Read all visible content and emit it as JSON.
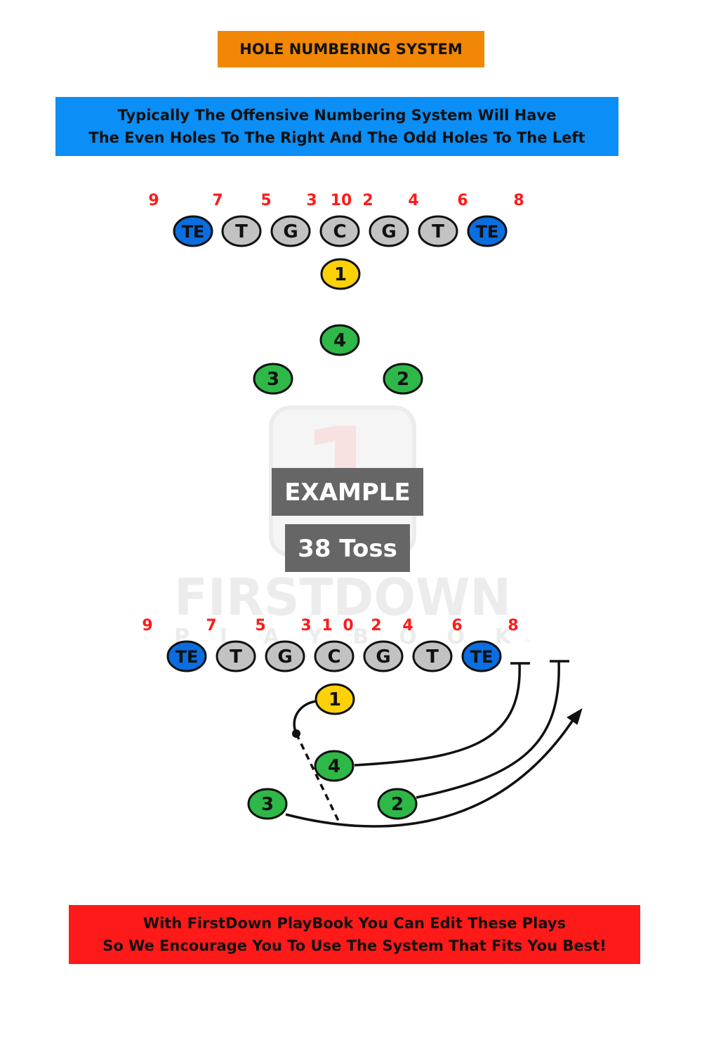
{
  "colors": {
    "title_bg": "#f28705",
    "intro_bg": "#0b8ef5",
    "footer_bg": "#ff1a1a",
    "tight_end": "#0a6ee0",
    "lineman": "#c2c2c2",
    "quarterback": "#fcd207",
    "back": "#2eb847",
    "hole_number": "#ff1a1a",
    "label_bg": "#666666",
    "watermark": "#cfcfcf",
    "route": "#111111"
  },
  "title": "HOLE NUMBERING SYSTEM",
  "intro": {
    "line1": "Typically The Offensive Numbering System Will Have",
    "line2": "The Even Holes To The Right And The Odd Holes To The Left"
  },
  "top_formation": {
    "holes": [
      "9",
      "7",
      "5",
      "3",
      "10",
      "2",
      "4",
      "6",
      "8"
    ],
    "line": [
      {
        "label": "TE",
        "role": "tight_end"
      },
      {
        "label": "T",
        "role": "lineman"
      },
      {
        "label": "G",
        "role": "lineman"
      },
      {
        "label": "C",
        "role": "lineman"
      },
      {
        "label": "G",
        "role": "lineman"
      },
      {
        "label": "T",
        "role": "lineman"
      },
      {
        "label": "TE",
        "role": "tight_end"
      }
    ],
    "backs": [
      {
        "label": "1",
        "role": "quarterback"
      },
      {
        "label": "4",
        "role": "back"
      },
      {
        "label": "3",
        "role": "back"
      },
      {
        "label": "2",
        "role": "back"
      }
    ]
  },
  "example": {
    "label": "EXAMPLE",
    "play_name": "38 Toss"
  },
  "watermark": {
    "brand_top": "FIRSTDOWN",
    "brand_bottom": "PLAYBOOK",
    "trademark": "™",
    "logo_numeral": "1"
  },
  "bottom_formation": {
    "holes": [
      "9",
      "7",
      "5",
      "3",
      "1",
      "0",
      "2",
      "4",
      "6",
      "8"
    ],
    "line": [
      {
        "label": "TE",
        "role": "tight_end"
      },
      {
        "label": "T",
        "role": "lineman"
      },
      {
        "label": "G",
        "role": "lineman"
      },
      {
        "label": "C",
        "role": "lineman"
      },
      {
        "label": "G",
        "role": "lineman"
      },
      {
        "label": "T",
        "role": "lineman"
      },
      {
        "label": "TE",
        "role": "tight_end"
      }
    ],
    "backs": [
      {
        "label": "1",
        "role": "quarterback"
      },
      {
        "label": "4",
        "role": "back"
      },
      {
        "label": "3",
        "role": "back"
      },
      {
        "label": "2",
        "role": "back"
      }
    ]
  },
  "footer": {
    "line1": "With FirstDown PlayBook You Can Edit These Plays",
    "line2": "So We Encourage You To Use The System That Fits You Best!"
  }
}
